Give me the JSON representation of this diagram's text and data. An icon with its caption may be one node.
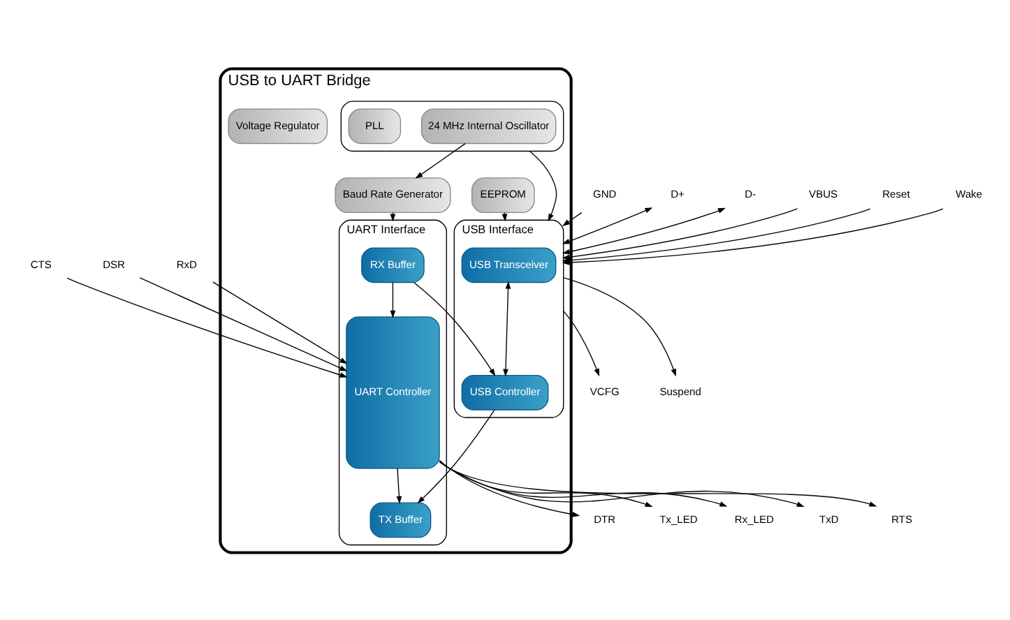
{
  "diagram": {
    "nodes": [
      {
        "text": [
          "USB to UART Bridge"
        ]
      },
      {
        "text": [],
        "shape": "box",
        "in": 0
      },
      {
        "text": [
          "24 MHz Internal Oscillator"
        ],
        "in": 1
      },
      {
        "text": [
          "PLL"
        ],
        "in": 1
      },
      {
        "text": [
          "Baud Rate Generator"
        ],
        "in": 0
      },
      {
        "text": [
          "EEPROM"
        ],
        "in": 0
      },
      {
        "text": [
          "Voltage Regulator"
        ],
        "in": 0
      },
      {
        "text": [
          "USB Interface"
        ],
        "in": 0
      },
      {
        "text": [
          "USB Transceiver"
        ],
        "in": 7
      },
      {
        "text": [
          "USB Controller"
        ],
        "in": 7
      },
      {
        "text": [
          "UART Interface"
        ],
        "in": 0
      },
      {
        "text": [
          "RX Buffer"
        ],
        "in": 10
      },
      {
        "text": [
          "TX Buffer"
        ],
        "in": 10
      },
      {
        "text": [
          "UART Controller"
        ],
        "in": 10
      },
      {
        "text": [
          "GND"
        ]
      },
      {
        "text": [
          "D+"
        ]
      },
      {
        "text": [
          "D-"
        ]
      },
      {
        "text": [
          "VBUS"
        ]
      },
      {
        "text": [
          "VCFG"
        ]
      },
      {
        "text": [
          "Reset"
        ]
      },
      {
        "text": [
          "Wake"
        ]
      },
      {
        "text": [
          "Suspend"
        ]
      },
      {
        "text": [
          "TxD"
        ]
      },
      {
        "text": [
          "RxD"
        ]
      },
      {
        "text": [
          "CTS"
        ]
      },
      {
        "text": [
          "RTS"
        ]
      },
      {
        "text": [
          "DTR"
        ]
      },
      {
        "text": [
          "DSR"
        ]
      },
      {
        "text": [
          "Tx_LED"
        ]
      },
      {
        "text": [
          "Rx_LED"
        ]
      }
    ],
    "edges": [
      {
        "from": 2,
        "to": 4,
        "arrow": "to"
      },
      {
        "from": 4,
        "to": 10,
        "arrow": "to"
      },
      {
        "from": 1,
        "to": 7,
        "arrow": "to"
      },
      {
        "from": 5,
        "to": 7,
        "arrow": "to"
      },
      {
        "from": 8,
        "to": 9,
        "arrow": "both"
      },
      {
        "from": 11,
        "to": 9,
        "arrow": "to"
      },
      {
        "from": 9,
        "to": 12,
        "arrow": "to"
      },
      {
        "from": 11,
        "to": 13,
        "arrow": "to"
      },
      {
        "from": 13,
        "to": 12,
        "arrow": "to"
      },
      {
        "from": 14,
        "to": 7,
        "arrow": "to"
      },
      {
        "from": 15,
        "to": 7,
        "arrow": "both"
      },
      {
        "from": 16,
        "to": 7,
        "arrow": "both"
      },
      {
        "from": 17,
        "to": 7,
        "arrow": "to"
      },
      {
        "from": 7,
        "to": 18,
        "arrow": "to"
      },
      {
        "from": 19,
        "to": 7,
        "arrow": "to"
      },
      {
        "from": 20,
        "to": 7,
        "arrow": "to"
      },
      {
        "from": 7,
        "to": 21,
        "arrow": "to"
      },
      {
        "from": 13,
        "to": 22,
        "arrow": "to"
      },
      {
        "from": 23,
        "to": 13,
        "arrow": "to"
      },
      {
        "from": 24,
        "to": 13,
        "arrow": "to"
      },
      {
        "from": 13,
        "to": 25,
        "arrow": "to"
      },
      {
        "from": 13,
        "to": 26,
        "arrow": "to"
      },
      {
        "from": 27,
        "to": 13,
        "arrow": "to"
      },
      {
        "from": 13,
        "to": 28,
        "arrow": "to"
      },
      {
        "from": 13,
        "to": 29,
        "arrow": "to"
      }
    ]
  }
}
